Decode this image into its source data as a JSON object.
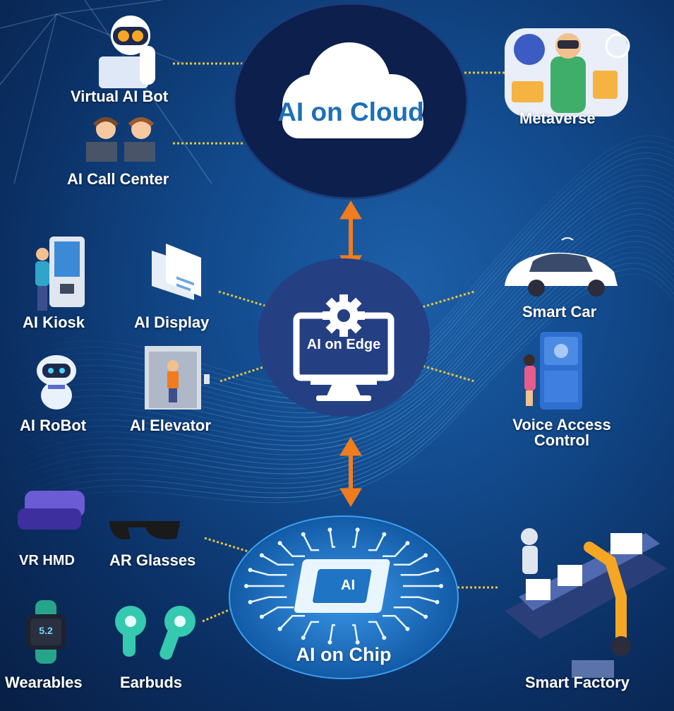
{
  "hubs": {
    "cloud": "AI on Cloud",
    "edge": "AI on Edge",
    "chip": "AI on Chip",
    "chip_badge": "AI"
  },
  "devices": {
    "virtual_ai_bot": "Virtual AI Bot",
    "ai_call_center": "AI Call Center",
    "metaverse": "Metaverse",
    "ai_kiosk": "AI Kiosk",
    "ai_display": "AI Display",
    "ai_robot": "AI RoBot",
    "ai_elevator": "AI Elevator",
    "smart_car": "Smart Car",
    "voice_access_control_1": "Voice Access",
    "voice_access_control_2": "Control",
    "vr_hmd": "VR HMD",
    "ar_glasses": "AR Glasses",
    "wearables": "Wearables",
    "wearable_screen": "5.2",
    "earbuds": "Earbuds",
    "smart_factory": "Smart Factory"
  },
  "colors": {
    "background": "#0b2f63",
    "hub_dark": "#0c1f4d",
    "hub_edge": "#243f82",
    "hub_chip": "#1f74c4",
    "accent_orange": "#f07c1e",
    "connector_yellow": "#e8c43a",
    "cloud_text": "#1d6fb8"
  }
}
